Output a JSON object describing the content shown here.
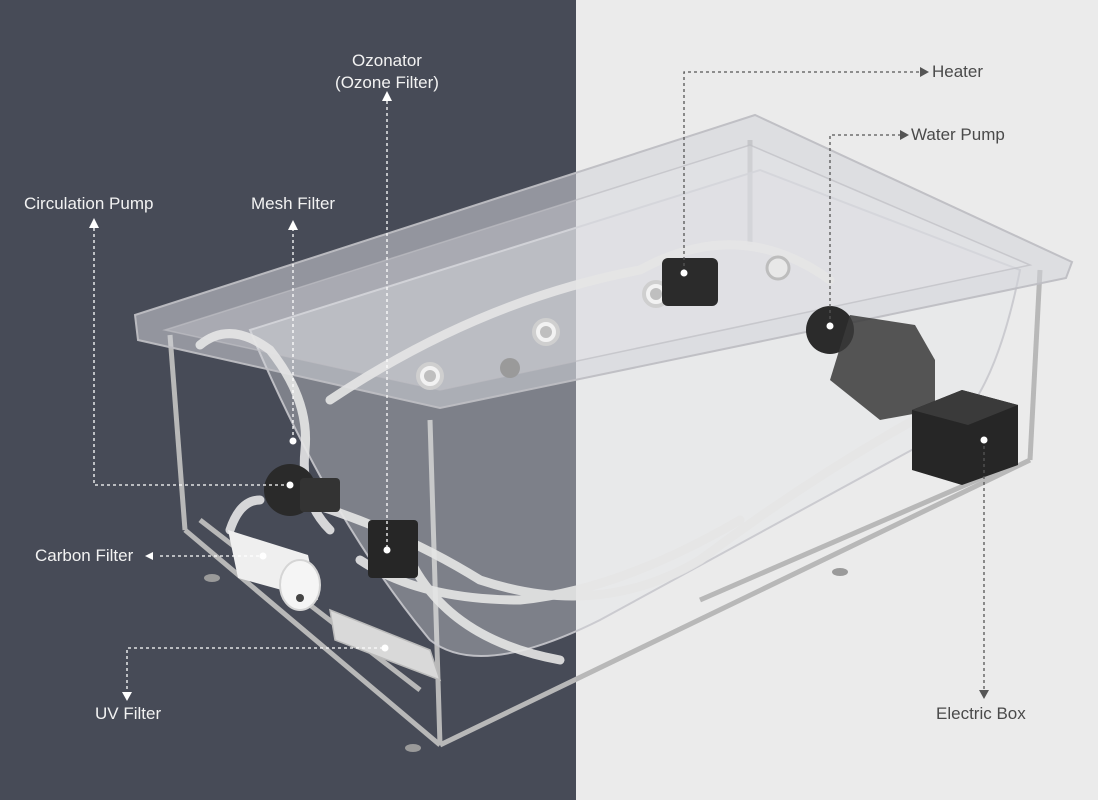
{
  "labels": {
    "ozonator_line1": "Ozonator",
    "ozonator_line2": "(Ozone Filter)",
    "heater": "Heater",
    "water_pump": "Water Pump",
    "circulation_pump": "Circulation Pump",
    "mesh_filter": "Mesh Filter",
    "carbon_filter": "Carbon Filter",
    "uv_filter": "UV Filter",
    "electric_box": "Electric Box"
  },
  "colors": {
    "left_background": "#474b57",
    "right_background": "#ebebeb",
    "leader_line_light": "#ffffff",
    "leader_line_dark": "#555555"
  }
}
